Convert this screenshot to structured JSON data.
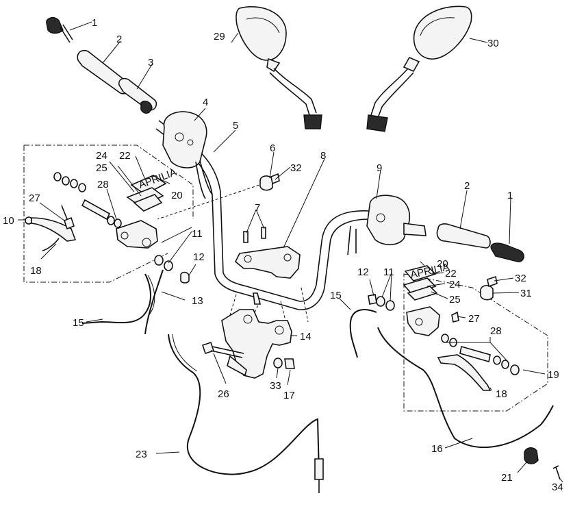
{
  "callouts": {
    "c1a": "1",
    "c2a": "2",
    "c3": "3",
    "c4": "4",
    "c5": "5",
    "c6": "6",
    "c7": "7",
    "c8": "8",
    "c9": "9",
    "c10": "10",
    "c11a": "11",
    "c11b": "11",
    "c12a": "12",
    "c12b": "12",
    "c13": "13",
    "c14": "14",
    "c15a": "15",
    "c15b": "15",
    "c16": "16",
    "c17": "17",
    "c18a": "18",
    "c18b": "18",
    "c19": "19",
    "c20a": "20",
    "c20b": "20",
    "c21": "21",
    "c22a": "22",
    "c22b": "22",
    "c23": "23",
    "c24a": "24",
    "c24b": "24",
    "c25a": "25",
    "c25b": "25",
    "c26": "26",
    "c27a": "27",
    "c27b": "27",
    "c28a": "28",
    "c28b": "28",
    "c29": "29",
    "c30": "30",
    "c31": "31",
    "c32a": "32",
    "c32b": "32",
    "c33": "33",
    "c34": "34",
    "c1b": "1",
    "c2b": "2"
  },
  "reservoir_text": "APRILIA"
}
